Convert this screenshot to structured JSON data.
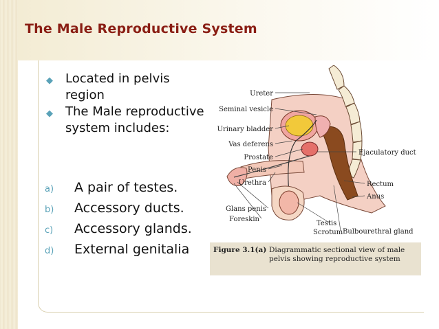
{
  "slide": {
    "title": "The Male Reproductive System",
    "bullets": [
      "Located in pelvis region",
      "The Male reproductive system includes:"
    ],
    "items": [
      {
        "letter": "a)",
        "text": "A pair of testes."
      },
      {
        "letter": "b)",
        "text": "Accessory ducts."
      },
      {
        "letter": "c)",
        "text": "Accessory glands."
      },
      {
        "letter": "d)",
        "text": "External genitalia"
      }
    ]
  },
  "figure": {
    "labels_left": [
      "Ureter",
      "Seminal vesicle",
      "Urinary bladder",
      "Vas deferens",
      "Prostate",
      "Penis",
      "Urethra",
      "Glans penis",
      "Foreskin"
    ],
    "labels_right": [
      "Ejaculatory duct",
      "Rectum",
      "Anus",
      "Testis",
      "Scrotum",
      "Bulbourethral gland"
    ],
    "caption_fig": "Figure 3.1(a)",
    "caption_text": "Diagrammatic sectional view of male pelvis showing reproductive system"
  },
  "colors": {
    "title": "#8a1e14",
    "bullet_marker": "#5aa2b8",
    "band": "#efe7cf"
  }
}
